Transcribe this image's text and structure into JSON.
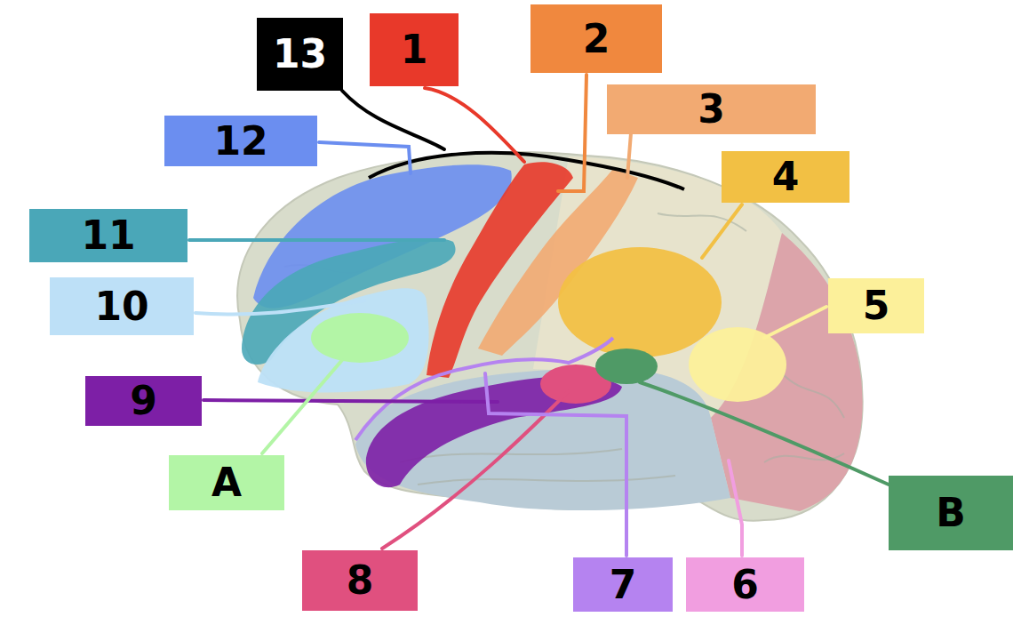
{
  "diagram": {
    "nodes": [
      {
        "text": [
          "2"
        ]
      },
      {
        "text": [
          "1"
        ]
      },
      {
        "text": [
          "13"
        ]
      },
      {
        "text": [
          "3"
        ]
      },
      {
        "text": [
          "12"
        ]
      },
      {
        "text": [
          "4"
        ]
      },
      {
        "text": [
          "11"
        ]
      },
      {
        "text": [
          "10"
        ]
      },
      {
        "text": [
          "5"
        ]
      },
      {
        "text": [
          "9"
        ]
      },
      {
        "text": [
          "A"
        ]
      },
      {
        "text": [
          "B"
        ]
      },
      {
        "text": [
          "8"
        ]
      },
      {
        "text": [
          "7"
        ]
      },
      {
        "text": [
          "6"
        ]
      }
    ]
  }
}
